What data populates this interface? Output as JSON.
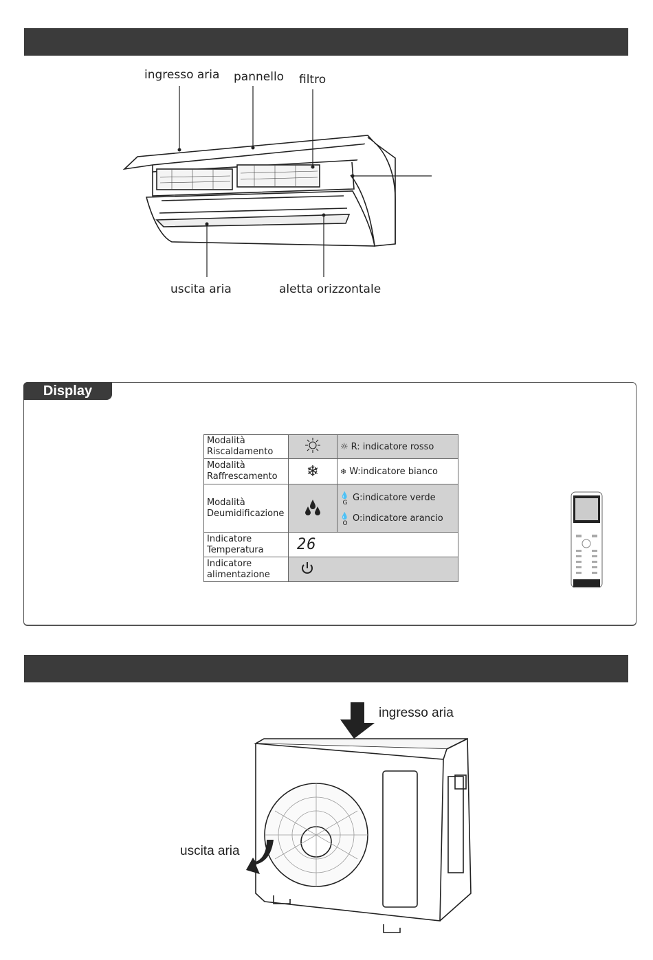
{
  "indoor": {
    "labels": {
      "air_inlet": "ingresso aria",
      "panel": "pannello",
      "filter": "filtro",
      "air_outlet": "uscita aria",
      "louver": "aletta orizzontale"
    }
  },
  "display": {
    "tab": "Display",
    "rows": [
      {
        "mode_line1": "Modalità",
        "mode_line2": "Riscaldamento",
        "icon": "sun-icon",
        "desc": "R: indicatore rosso"
      },
      {
        "mode_line1": "Modalità",
        "mode_line2": "Raffrescamento",
        "icon": "snowflake-icon",
        "desc": "W:indicatore bianco"
      },
      {
        "mode_line1": "Modalità",
        "mode_line2": "Deumidificazione",
        "icon": "drops-icon",
        "desc_g": "G:indicatore verde",
        "sub_g": "G",
        "desc_o": "O:indicatore arancio",
        "sub_o": "O"
      },
      {
        "mode_line1": "Indicatore",
        "mode_line2": "Temperatura",
        "temp": "26"
      },
      {
        "mode_line1": "Indicatore",
        "mode_line2": "alimentazione",
        "icon": "power-icon"
      }
    ]
  },
  "outdoor": {
    "labels": {
      "air_inlet": "ingresso aria",
      "air_outlet": "uscita aria"
    }
  }
}
